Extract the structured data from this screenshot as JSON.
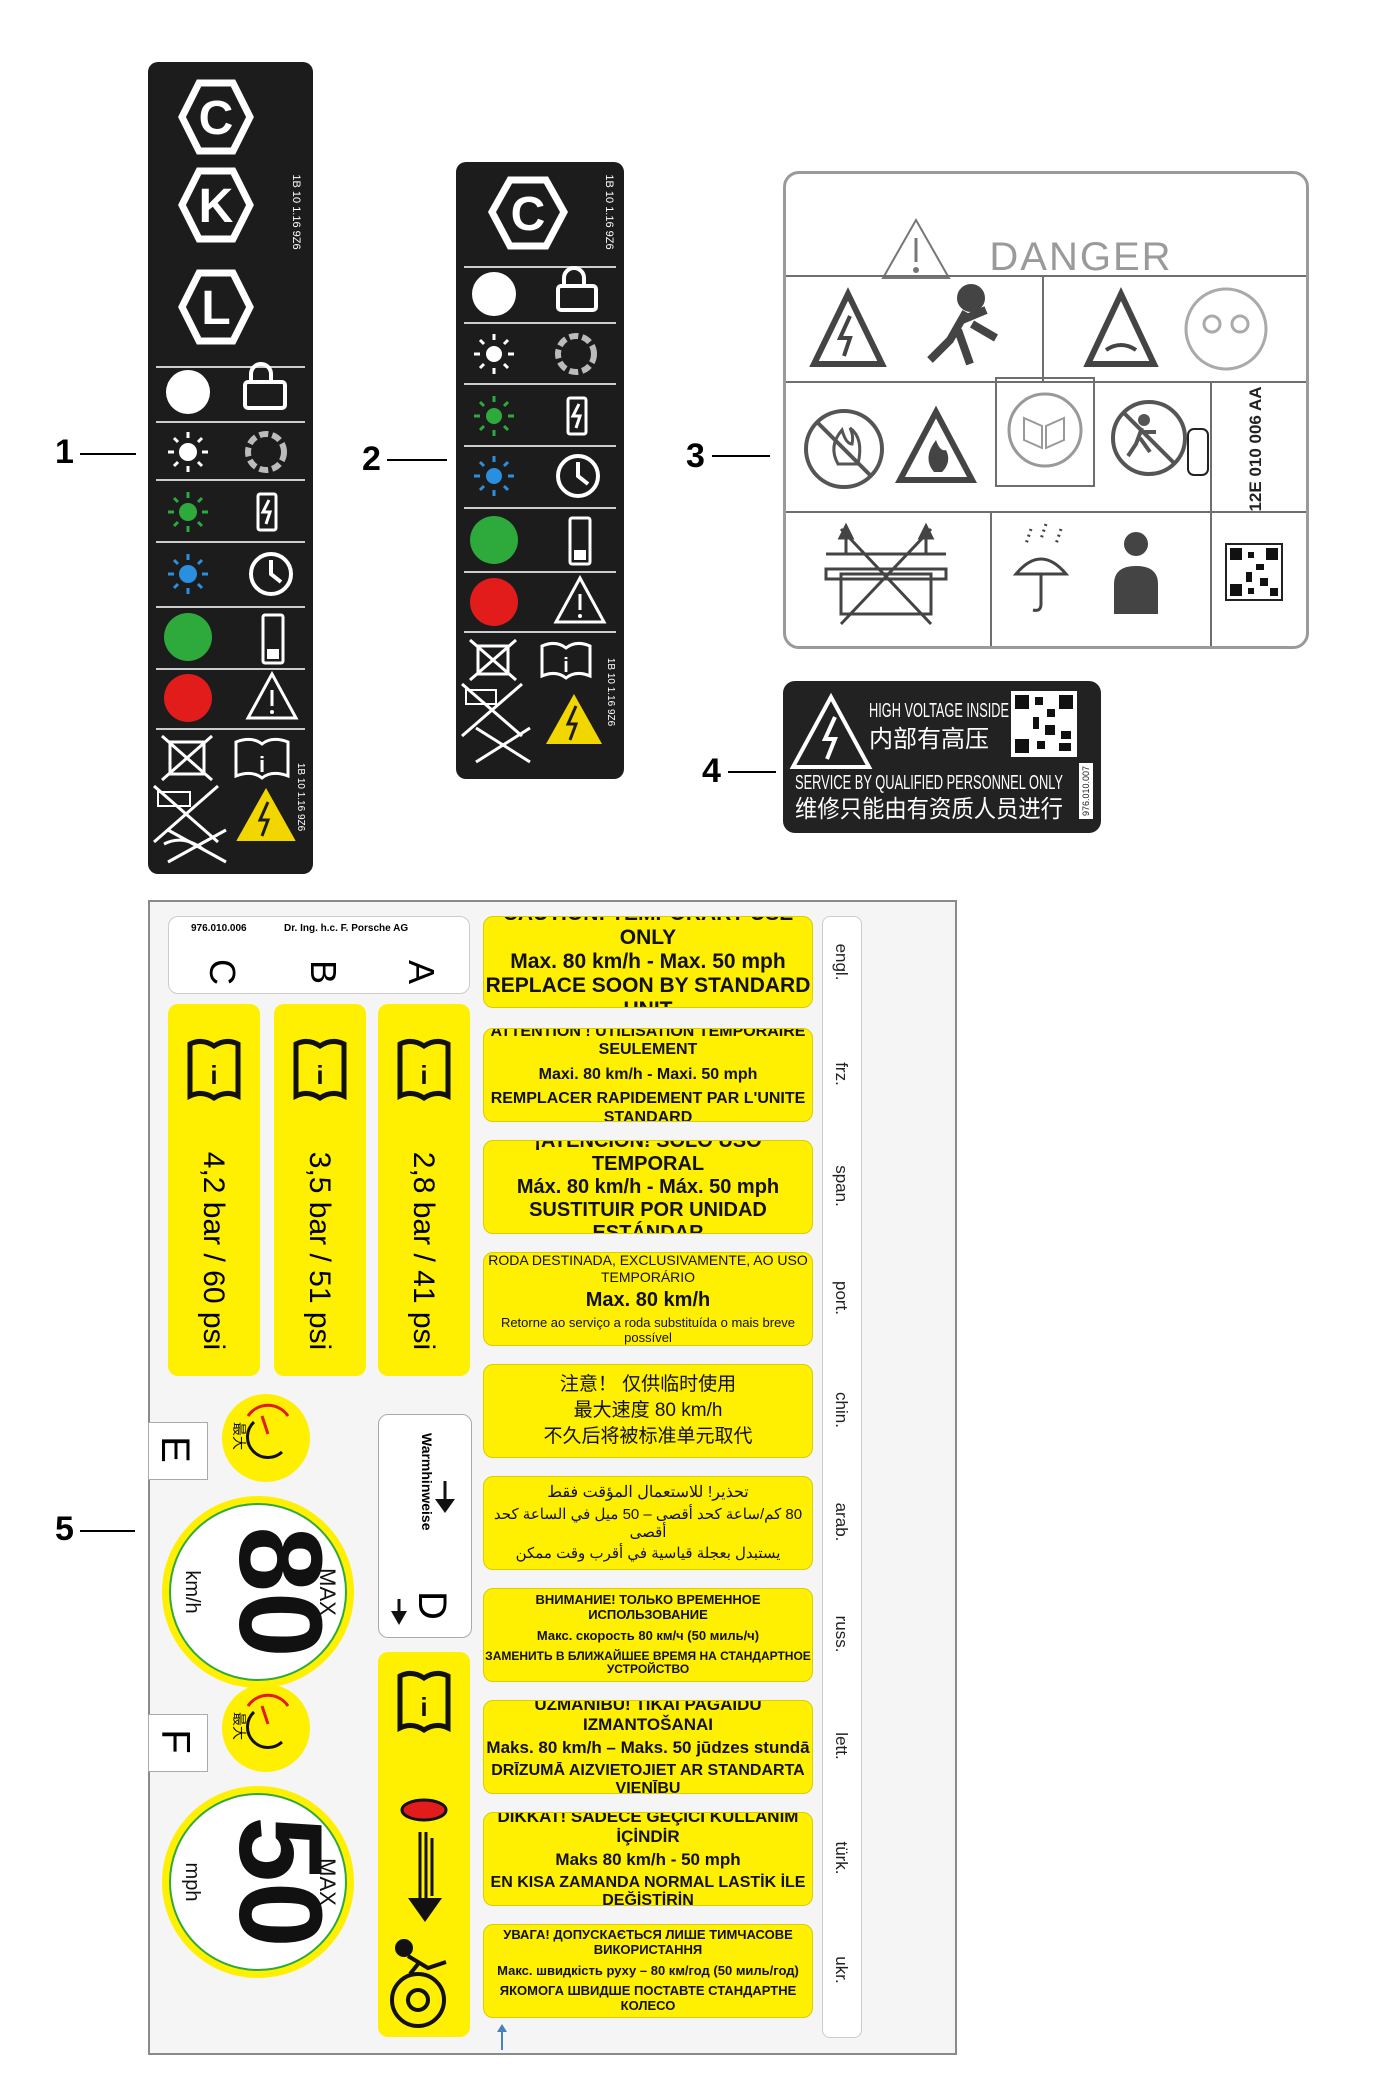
{
  "callouts": {
    "c1": "1",
    "c2": "2",
    "c3": "3",
    "c4": "4",
    "c5": "5"
  },
  "label1": {
    "letters": [
      "C",
      "K",
      "L"
    ],
    "code": "1B 10 1.16 9Z6"
  },
  "label2": {
    "letter": "C",
    "code": "1B 10 1.16 9Z6"
  },
  "label3": {
    "title": "DANGER",
    "code": "12E 010 006 AA"
  },
  "label4": {
    "line1": "HIGH VOLTAGE INSIDE",
    "line2": "内部有高压",
    "line3": "SERVICE BY QUALIFIED PERSONNEL ONLY",
    "line4": "维修只能由有资质人员进行",
    "code": "976.010.007"
  },
  "sheet": {
    "part_number": "976.010.006",
    "company": "Dr. Ing. h.c. F. Porsche AG",
    "col_letters": [
      "C",
      "B",
      "A"
    ],
    "pressures": [
      "4,2 bar / 60 psi",
      "3,5 bar / 51 psi",
      "2,8 bar / 41 psi"
    ],
    "letter_e": "E",
    "letter_f": "F",
    "letter_d": "D",
    "warmhinweise": "Warmhinweise",
    "disc80": {
      "value": "80",
      "unit": "km/h",
      "max": "MAX",
      "zh": "最大"
    },
    "disc50": {
      "value": "50",
      "unit": "mph",
      "max": "MAX",
      "zh": "最大"
    },
    "messages": [
      {
        "lang": "engl.",
        "lines": [
          "CAUTION! TEMPORARY USE ONLY",
          "Max. 80 km/h   -   Max. 50 mph",
          "REPLACE SOON BY STANDARD UNIT"
        ]
      },
      {
        "lang": "frz.",
        "lines": [
          "ATTENTION ! UTILISATION TEMPORAIRE SEULEMENT",
          "Maxi. 80 km/h - Maxi. 50 mph",
          "REMPLACER RAPIDEMENT PAR L'UNITE STANDARD"
        ]
      },
      {
        "lang": "span.",
        "lines": [
          "¡ATENCIÓN! SÓLO USO TEMPORAL",
          "Máx. 80 km/h - Máx. 50 mph",
          "SUSTITUIR POR UNIDAD ESTÁNDAR"
        ]
      },
      {
        "lang": "port.",
        "lines": [
          "RODA DESTINADA, EXCLUSIVAMENTE, AO USO TEMPORÁRIO",
          "Max. 80 km/h",
          "Retorne ao serviço a roda substituída o mais breve possível"
        ]
      },
      {
        "lang": "chin.",
        "lines": [
          "注意！ 仅供临时使用",
          "最大速度 80 km/h",
          "不久后将被标准单元取代"
        ]
      },
      {
        "lang": "arab.",
        "lines": [
          "تحذير! للاستعمال المؤقت فقط",
          "80 كم/ساعة كحد أقصى – 50 ميل في الساعة كحد أقصى",
          "يستبدل بعجلة قياسية في أقرب وقت ممكن"
        ]
      },
      {
        "lang": "russ.",
        "lines": [
          "ВНИМАНИЕ! ТОЛЬКО ВРЕМЕННОЕ ИСПОЛЬЗОВАНИЕ",
          "Макс. скорость 80 км/ч (50 миль/ч)",
          "ЗАМЕНИТЬ В БЛИЖАЙШЕЕ ВРЕМЯ НА СТАНДАРТНОЕ УСТРОЙСТВО"
        ]
      },
      {
        "lang": "lett.",
        "lines": [
          "UZMANĪBU! TIKAI PAGAIDU IZMANTOŠANAI",
          "Maks. 80 km/h – Maks. 50 jūdzes stundā",
          "DRĪZUMĀ AIZVIETOJIET AR STANDARTA VIENĪBU"
        ]
      },
      {
        "lang": "türk.",
        "lines": [
          "DİKKAT! SADECE GEÇİCİ KULLANIM İÇİNDİR",
          "Maks 80 km/h - 50 mph",
          "EN KISA ZAMANDA NORMAL LASTİK İLE DEĞİŞTİRİN"
        ]
      },
      {
        "lang": "ukr.",
        "lines": [
          "УВАГА! ДОПУСКАЄТЬСЯ ЛИШЕ ТИМЧАСОВЕ ВИКОРИСТАННЯ",
          "Макс. швидкість руху – 80 км/год (50 миль/год)",
          "ЯКОМОГА ШВИДШЕ ПОСТАВТЕ СТАНДАРТНЕ КОЛЕСО"
        ]
      }
    ]
  }
}
